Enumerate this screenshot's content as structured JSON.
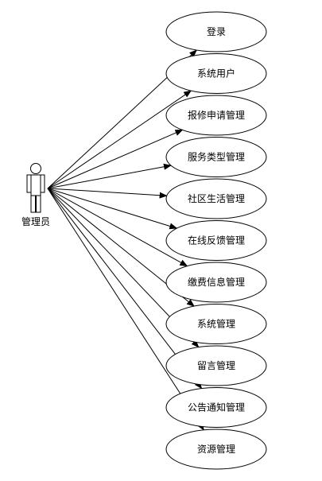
{
  "actor": {
    "name": "管理员"
  },
  "use_cases": [
    {
      "label": "登录"
    },
    {
      "label": "系统用户"
    },
    {
      "label": "报修申请管理"
    },
    {
      "label": "服务类型管理"
    },
    {
      "label": "社区生活管理"
    },
    {
      "label": "在线反馈管理"
    },
    {
      "label": "缴费信息管理"
    },
    {
      "label": "系统管理"
    },
    {
      "label": "留言管理"
    },
    {
      "label": "公告通知管理"
    },
    {
      "label": "资源管理"
    }
  ],
  "colors": {
    "stroke": "#000000",
    "fill": "#ffffff",
    "text": "#000000"
  }
}
